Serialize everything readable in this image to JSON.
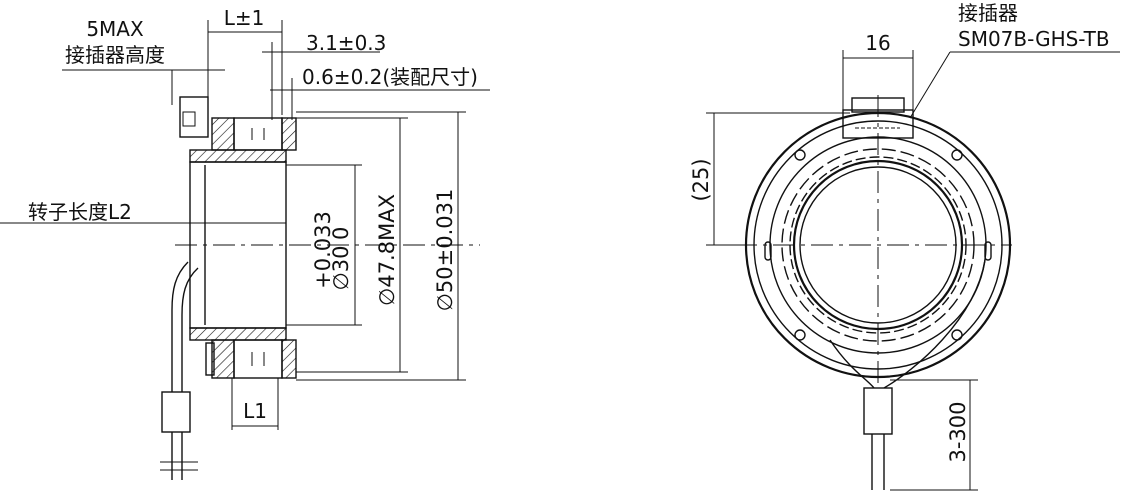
{
  "side_view": {
    "connector_height_label": "5MAX",
    "connector_height_caption": "接插器高度",
    "length_label": "L±1",
    "dim_a": "3.1±0.3",
    "dim_b": "0.6±0.2(装配尺寸)",
    "rotor_length": "转子长度L2",
    "inner_tol": "+0.033",
    "inner_tol_low": "0",
    "inner_diameter": "∅30",
    "mid_diameter": "∅47.8MAX",
    "outer_diameter": "∅50±0.031",
    "l1": "L1"
  },
  "front_view": {
    "connector_caption": "接插器",
    "connector_model": "SM07B-GHS-TB",
    "connector_width": "16",
    "connector_offset": "(25)",
    "cable_length": "3-300"
  }
}
